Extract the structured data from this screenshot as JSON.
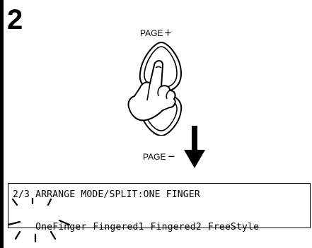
{
  "step": {
    "number": "2"
  },
  "buttons": {
    "page_plus_label": "PAGE",
    "page_plus_sign": "+",
    "page_minus_label": "PAGE",
    "page_minus_sign": "−"
  },
  "display": {
    "line1": "2/3 ARRANGE MODE/SPLIT:ONE FINGER",
    "options": [
      "OneFinger",
      "Fingered1",
      "Fingered2",
      "FreeStyle"
    ],
    "selected": "OneFinger"
  },
  "icons": [
    "hand-pressing-icon",
    "down-arrow-icon",
    "blink-indicator-icon"
  ]
}
